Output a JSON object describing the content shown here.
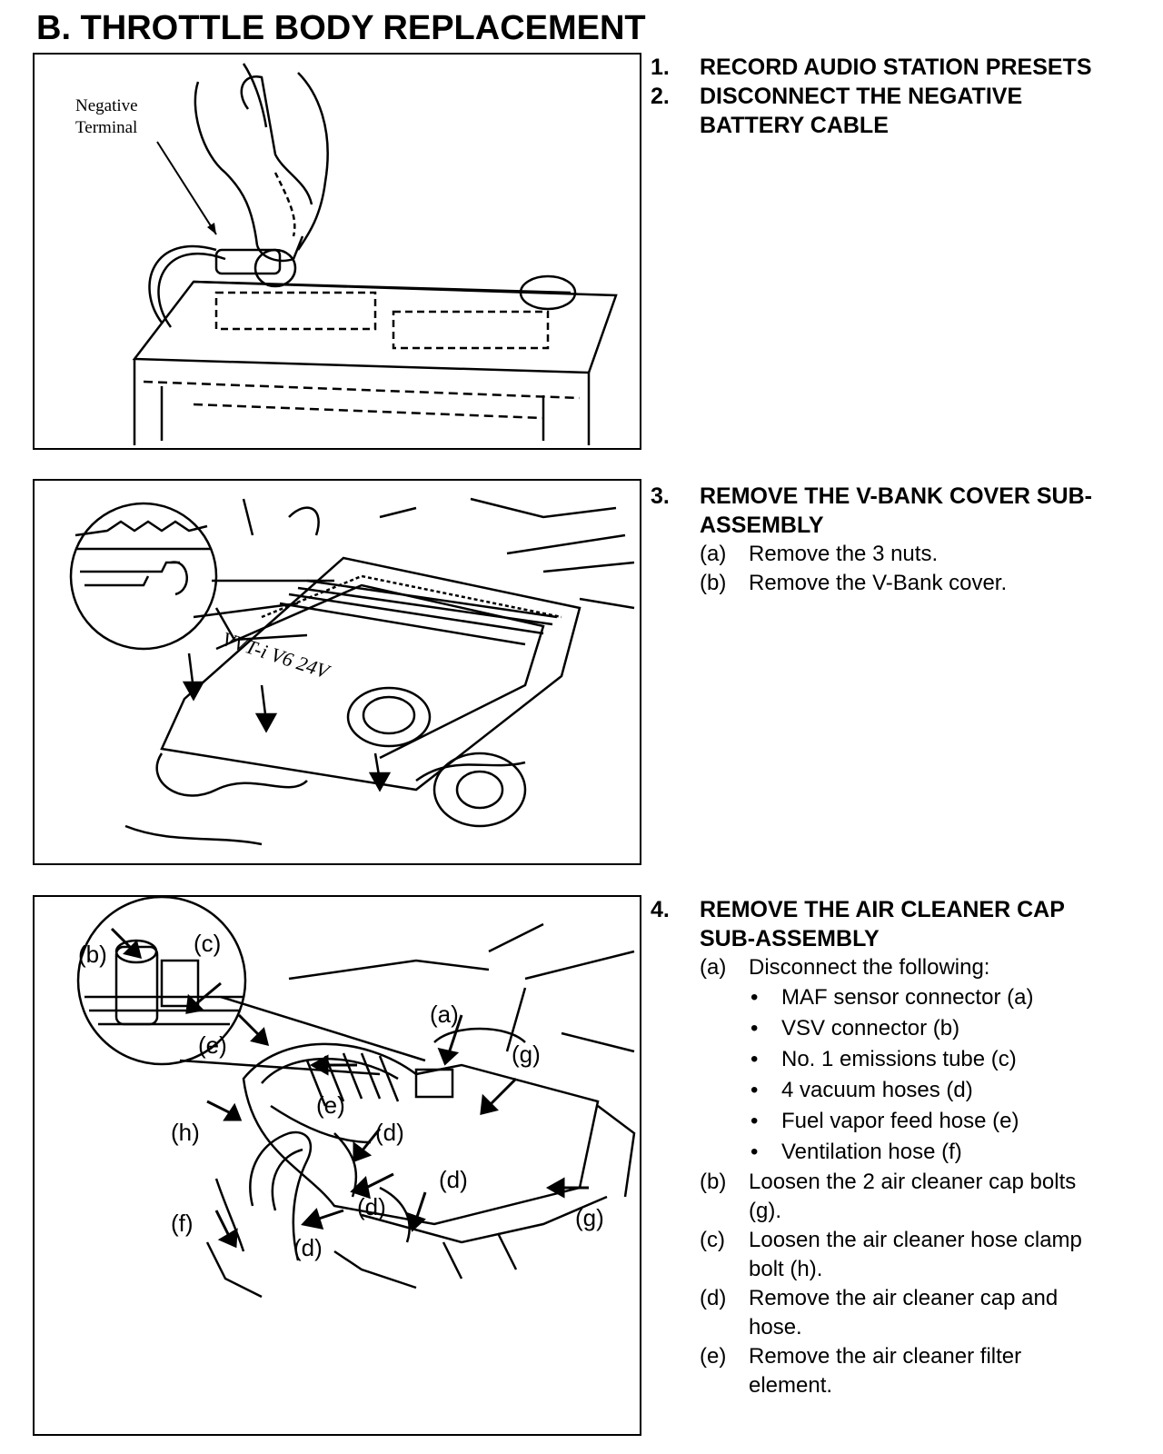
{
  "title": "B.  THROTTLE BODY REPLACEMENT",
  "figures": {
    "battery": {
      "label_line1": "Negative",
      "label_line2": "Terminal"
    },
    "vbank": {
      "cover_text": "VVT-i V6 24V"
    },
    "air_cleaner": {
      "callouts": [
        "(a)",
        "(b)",
        "(c)",
        "(d)",
        "(d)",
        "(d)",
        "(d)",
        "(e)",
        "(e)",
        "(f)",
        "(g)",
        "(g)",
        "(h)"
      ]
    }
  },
  "steps": [
    {
      "num": "1.",
      "title": "RECORD AUDIO STATION PRESETS"
    },
    {
      "num": "2.",
      "title_line1": "DISCONNECT THE NEGATIVE",
      "title_line2": "BATTERY CABLE"
    },
    {
      "num": "3.",
      "title_line1": "REMOVE THE V-BANK COVER SUB-",
      "title_line2": "ASSEMBLY",
      "subs": [
        {
          "letter": "(a)",
          "text": "Remove the 3 nuts."
        },
        {
          "letter": "(b)",
          "text": "Remove the V-Bank cover."
        }
      ]
    },
    {
      "num": "4.",
      "title_line1": "REMOVE THE AIR CLEANER CAP",
      "title_line2": "SUB-ASSEMBLY",
      "subs": [
        {
          "letter": "(a)",
          "text": "Disconnect the following:"
        },
        {
          "letter": "(b)",
          "text_line1": "Loosen the 2 air cleaner cap bolts",
          "text_line2": "(g)."
        },
        {
          "letter": "(c)",
          "text_line1": "Loosen the air cleaner hose clamp",
          "text_line2": "bolt (h)."
        },
        {
          "letter": "(d)",
          "text_line1": "Remove the air cleaner cap and",
          "text_line2": "hose."
        },
        {
          "letter": "(e)",
          "text_line1": "Remove the air cleaner filter",
          "text_line2": "element."
        }
      ],
      "bullets": [
        "MAF sensor connector (a)",
        "VSV connector (b)",
        "No. 1 emissions tube (c)",
        "4 vacuum hoses (d)",
        "Fuel vapor feed hose (e)",
        "Ventilation hose (f)"
      ],
      "bullet_char": "•"
    }
  ]
}
